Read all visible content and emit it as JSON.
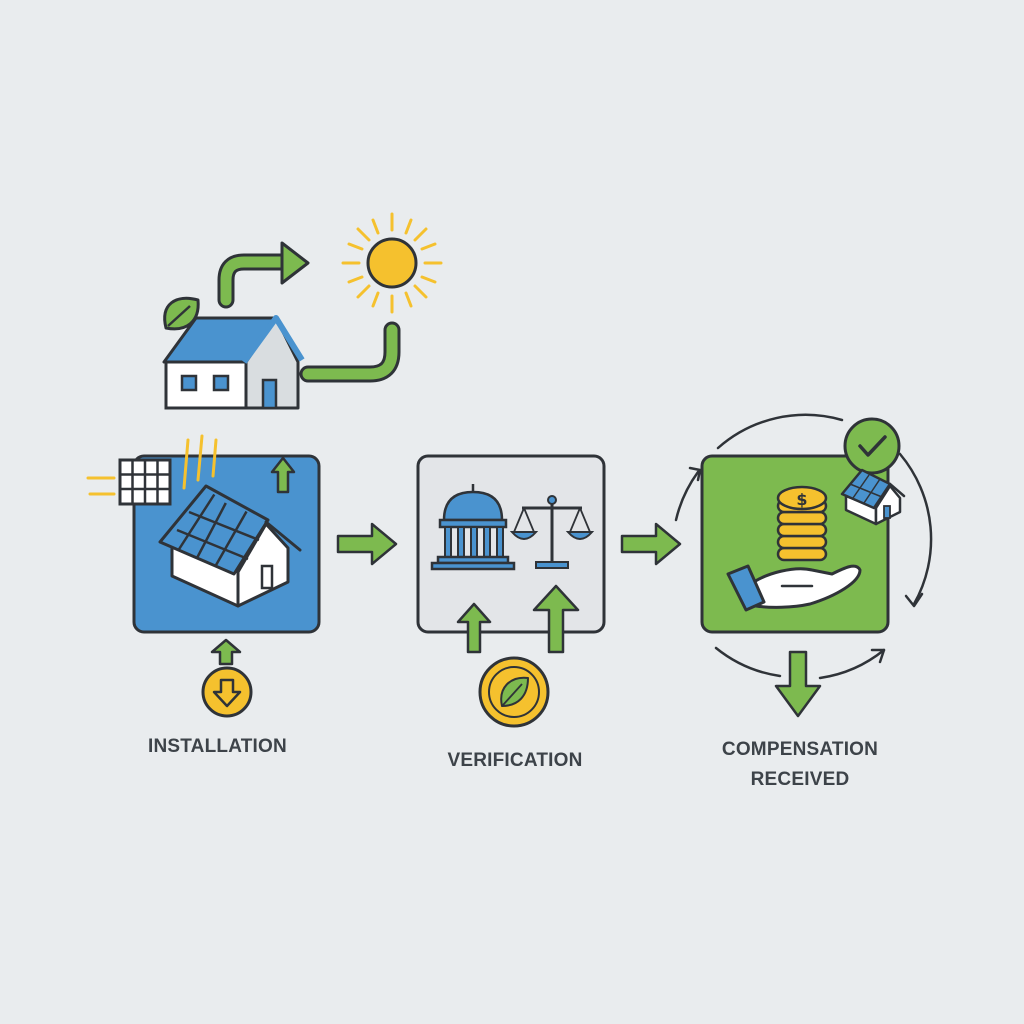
{
  "colors": {
    "background": "#e9ecee",
    "outline": "#2f3338",
    "blue": "#4a93cf",
    "green": "#7dba4f",
    "yellow": "#f5c12e",
    "gray_panel": "#e3e5e8",
    "label": "#3d4349"
  },
  "icons": [
    "leaf-icon",
    "house-icon",
    "sun-icon",
    "curved-arrow-icon",
    "solar-panel-icon",
    "solar-house-icon",
    "arrow-up-icon",
    "arrow-right-icon",
    "download-coin-icon",
    "government-building-icon",
    "scales-icon",
    "eco-coin-icon",
    "coin-stack-icon",
    "dollar-icon",
    "hand-icon",
    "checkmark-badge-icon",
    "cycle-arrow-icon",
    "arrow-down-icon"
  ],
  "stages": {
    "installation": {
      "label": "INSTALLATION"
    },
    "verification": {
      "label": "VERIFICATION"
    },
    "compensation": {
      "label_line1": "COMPENSATION",
      "label_line2": "RECEIVED"
    }
  }
}
